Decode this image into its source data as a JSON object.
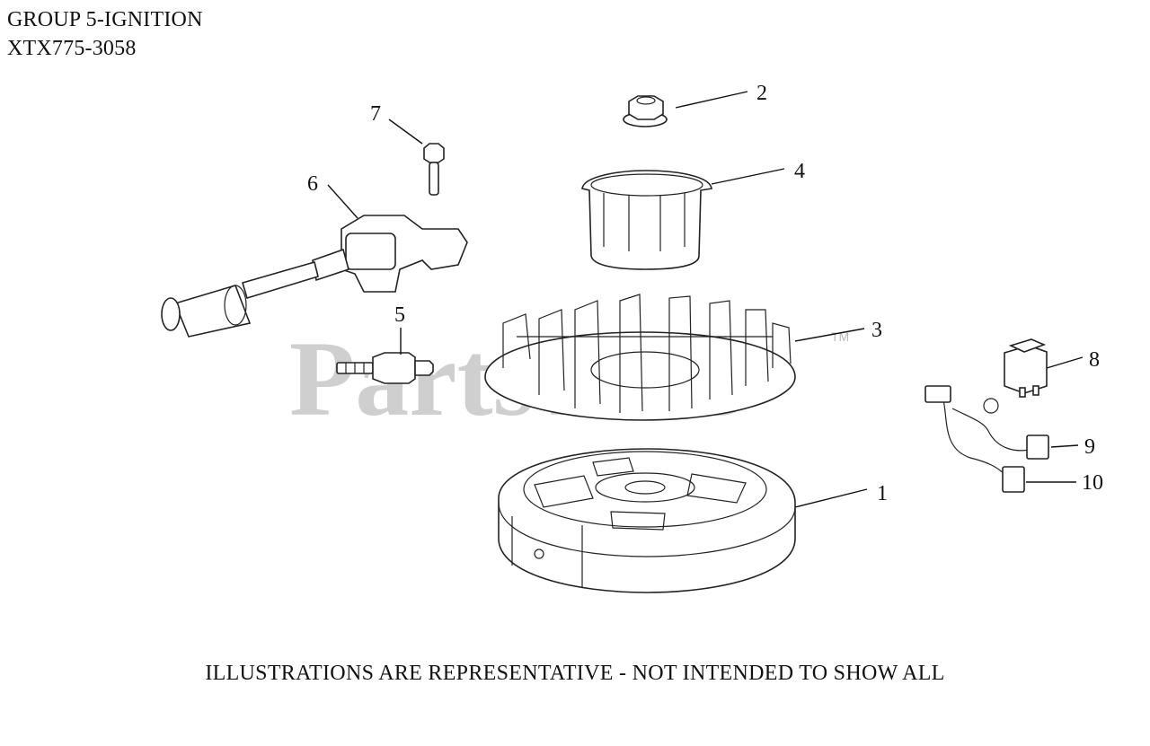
{
  "header": {
    "group_title": "GROUP 5-IGNITION",
    "model_number": "XTX775-3058"
  },
  "watermark": {
    "text": "PartsTree",
    "trademark": "TM"
  },
  "callouts": [
    "1",
    "2",
    "3",
    "4",
    "5",
    "6",
    "7",
    "8",
    "9",
    "10"
  ],
  "footer": {
    "disclaimer": "ILLUSTRATIONS ARE REPRESENTATIVE - NOT INTENDED TO SHOW ALL"
  }
}
